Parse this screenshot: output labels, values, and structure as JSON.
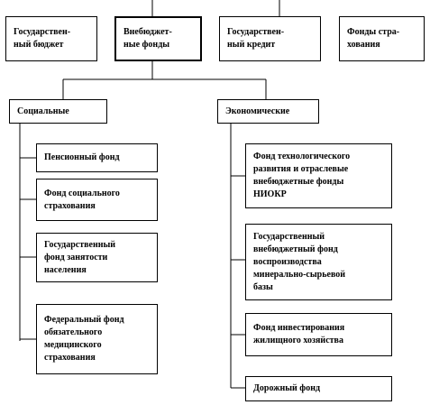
{
  "top": {
    "state_budget": "Государствен-\nный бюджет",
    "extrabudgetary_funds": "Внебюджет-\nные фонды",
    "state_credit": "Государствен-\nный кредит",
    "insurance_funds": "Фонды стра-\nхования"
  },
  "social": {
    "title": "Социальные",
    "items": [
      "Пенсионный фонд",
      "Фонд социального\nстрахования",
      "Государственный\nфонд занятости\nнаселения",
      "Федеральный фонд\nобязательного\nмедицинского\nстрахования"
    ]
  },
  "economic": {
    "title": "Экономические",
    "items": [
      "Фонд технологического\nразвития и отраслевые\nвнебюджетные фонды\nНИОКР",
      "Государственный\nвнебюджетный фонд\nвоспроизводства\nминерально-сырьевой\nбазы",
      "Фонд инвестирования\nжилищного хозяйства",
      "Дорожный фонд"
    ]
  }
}
